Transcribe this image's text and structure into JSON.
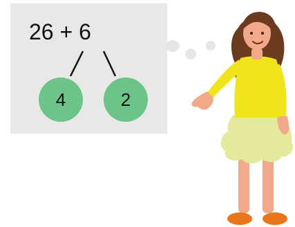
{
  "problem": {
    "expression": "26 + 6",
    "split_left": "4",
    "split_right": "2"
  },
  "colors": {
    "panel": "#e8e8e8",
    "bubble": "#6cc488",
    "shirt": "#f0e51a",
    "skirt": "#e4ea9c",
    "hair": "#6b3a1f",
    "skin": "#f2a98a",
    "shoes": "#e8761c"
  }
}
